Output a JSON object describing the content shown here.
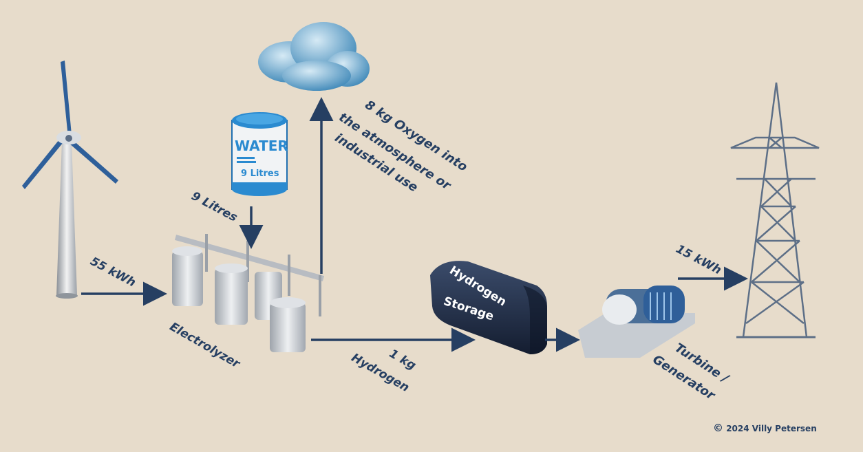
{
  "labels": {
    "wind_energy": "55 kWh",
    "water_input": "9 Litres",
    "water_tank_title": "WATER",
    "water_tank_volume": "9 Litres",
    "oxygen_line1": "8 kg Oxygen into",
    "oxygen_line2": "the atmosphere or",
    "oxygen_line3": "industrial use",
    "electrolyzer": "Electrolyzer",
    "hydrogen_amount": "1 kg",
    "hydrogen_word": "Hydrogen",
    "storage_line1": "Hydrogen",
    "storage_line2": "Storage",
    "output_energy": "15 kWh",
    "turbine_line1": "Turbine /",
    "turbine_line2": "Generator",
    "copyright_symbol": "©",
    "copyright": "2024 Villy Petersen"
  },
  "colors": {
    "background": "#e7dccb",
    "arrow": "#263f62",
    "text": "#263f62",
    "water_blue": "#2a8ad0",
    "storage_navy": "#1f2d48",
    "cloud_blue": "#6aa9cc"
  }
}
